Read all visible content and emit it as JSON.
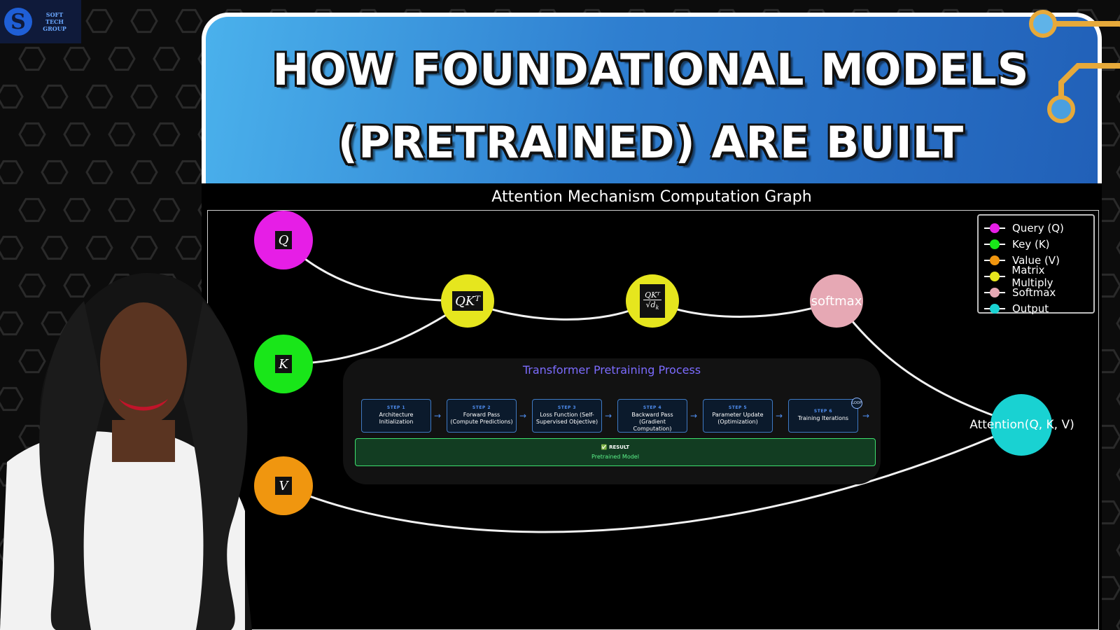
{
  "logo": {
    "mark": "S",
    "text_line1": "SOFT TECH",
    "text_line2": "GROUP"
  },
  "title": {
    "line1": "HOW FOUNDATIONAL MODELS",
    "line2": "(PRETRAINED) ARE BUILT"
  },
  "graph": {
    "title": "Attention Mechanism Computation Graph",
    "nodes": {
      "q": "Q",
      "k": "K",
      "v": "V",
      "qkt": "QKᵀ",
      "scaled_num": "QKᵀ",
      "scaled_den": "√d",
      "scaled_den_sub": "k",
      "softmax": "softmax",
      "output": "Attention(Q, K, V)"
    },
    "legend": [
      {
        "label": "Query (Q)",
        "color": "#e61ee6"
      },
      {
        "label": "Key (K)",
        "color": "#19e619"
      },
      {
        "label": "Value (V)",
        "color": "#f0960f"
      },
      {
        "label": "Matrix Multiply",
        "color": "#e6e61e"
      },
      {
        "label": "Softmax",
        "color": "#e6a8b4"
      },
      {
        "label": "Output",
        "color": "#19d2d2"
      }
    ]
  },
  "process": {
    "title": "Transformer Pretraining Process",
    "steps": [
      {
        "num": "STEP 1",
        "label": "Architecture Initialization"
      },
      {
        "num": "STEP 2",
        "label": "Forward Pass (Compute Predictions)"
      },
      {
        "num": "STEP 3",
        "label": "Loss Function (Self-Supervised Objective)"
      },
      {
        "num": "STEP 4",
        "label": "Backward Pass (Gradient Computation)"
      },
      {
        "num": "STEP 5",
        "label": "Parameter Update (Optimization)"
      },
      {
        "num": "STEP 6",
        "label": "Training Iterations"
      }
    ],
    "loop_badge": "LOOP",
    "result_header": "✅ RESULT",
    "result_value": "Pretrained Model"
  },
  "colors": {
    "query": "#e61ee6",
    "key": "#19e619",
    "value": "#f0960f",
    "matmul": "#e6e61e",
    "softmax": "#e6a8b4",
    "output": "#19d2d2",
    "banner": "#2f7fd0",
    "accent_gold": "#e6a93a"
  }
}
